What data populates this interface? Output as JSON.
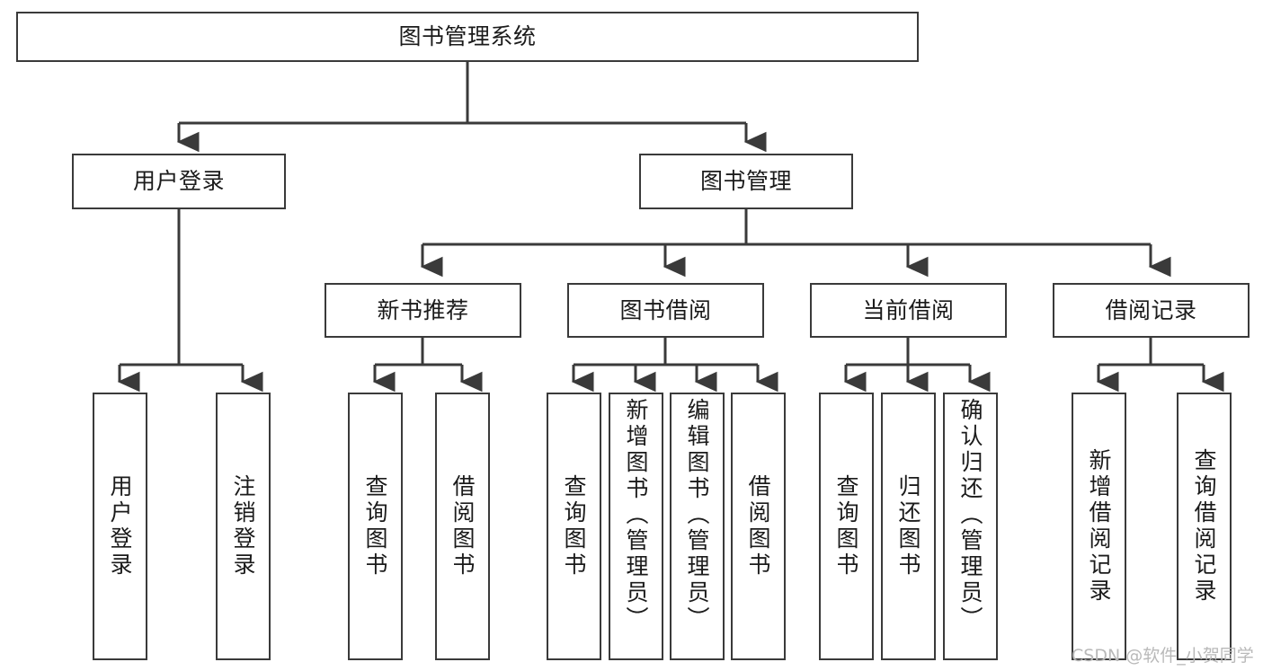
{
  "diagram": {
    "type": "tree",
    "title": "图书管理系统",
    "root": {
      "id": "root",
      "label": "图书管理系统"
    },
    "level2": [
      {
        "id": "user-login",
        "label": "用户登录"
      },
      {
        "id": "book-manage",
        "label": "图书管理"
      }
    ],
    "level3": [
      {
        "id": "new-book-rec",
        "label": "新书推荐"
      },
      {
        "id": "book-borrow",
        "label": "图书借阅"
      },
      {
        "id": "current-borrow",
        "label": "当前借阅"
      },
      {
        "id": "borrow-record",
        "label": "借阅记录"
      }
    ],
    "leaves": {
      "user_login": [
        {
          "id": "leaf-user-login",
          "label": "用户登录"
        },
        {
          "id": "leaf-logout",
          "label": "注销登录"
        }
      ],
      "new_book_rec": [
        {
          "id": "leaf-query-book-1",
          "label": "查询图书"
        },
        {
          "id": "leaf-borrow-book-1",
          "label": "借阅图书"
        }
      ],
      "book_borrow": [
        {
          "id": "leaf-query-book-2",
          "label": "查询图书"
        },
        {
          "id": "leaf-add-book",
          "label": "新增图书（管理员）"
        },
        {
          "id": "leaf-edit-book",
          "label": "编辑图书（管理员）"
        },
        {
          "id": "leaf-borrow-book-2",
          "label": "借阅图书"
        }
      ],
      "current_borrow": [
        {
          "id": "leaf-query-book-3",
          "label": "查询图书"
        },
        {
          "id": "leaf-return-book",
          "label": "归还图书"
        },
        {
          "id": "leaf-confirm-return",
          "label": "确认归还（管理员）"
        }
      ],
      "borrow_record": [
        {
          "id": "leaf-add-record",
          "label": "新增借阅记录"
        },
        {
          "id": "leaf-query-record",
          "label": "查询借阅记录"
        }
      ]
    }
  },
  "watermark": {
    "text": "CSDN @软件_小贺同学"
  },
  "colors": {
    "stroke": "#3a3a3a",
    "background": "#ffffff",
    "text": "#1b1b1b",
    "watermark": "#b9b9b9"
  }
}
